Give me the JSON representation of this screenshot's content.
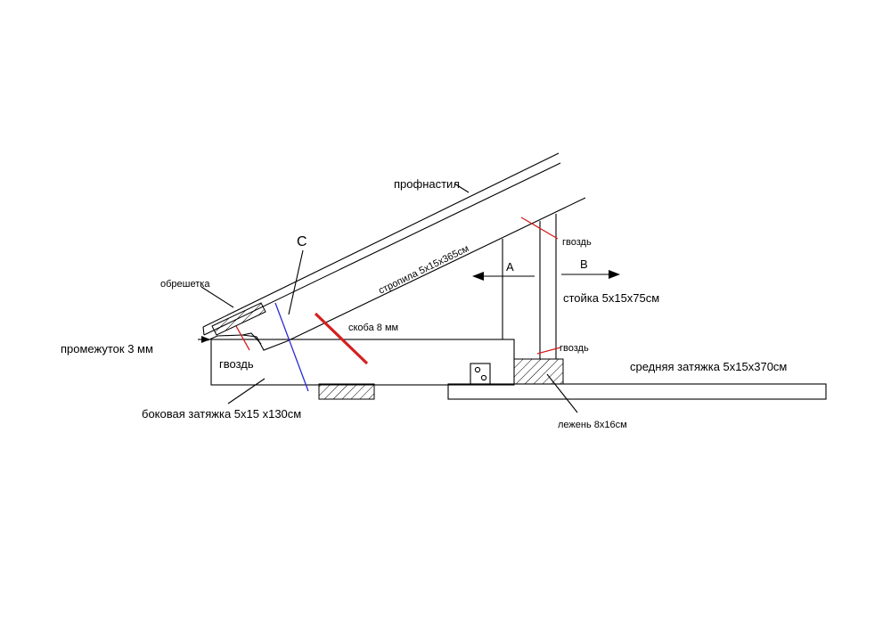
{
  "labels": {
    "profnastil": "профнастил",
    "c_marker": "C",
    "rafter": "стропила 5х15х365см",
    "nail_top": "гвоздь",
    "arrow_a": "A",
    "arrow_b": "B",
    "post": "стойка 5х15х75см",
    "obreshetka": "обрешетка",
    "gap": "промежуток 3 мм",
    "nail_left": "гвоздь",
    "skoba": "скоба 8 мм",
    "nail_right": "гвоздь",
    "middle_tie": "средняя затяжка  5х15х370см",
    "side_tie": "боковая затяжка 5х15 х130см",
    "lezhen": "лежень 8х16см"
  },
  "colors": {
    "line": "#000000",
    "red_marks": "#d42020",
    "blue_line": "#2b2bd4"
  }
}
